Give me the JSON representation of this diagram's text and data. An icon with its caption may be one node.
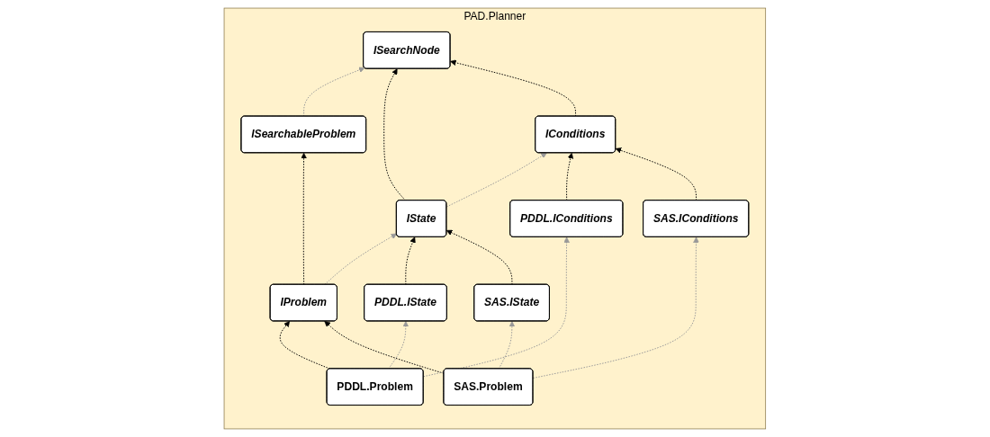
{
  "diagram": {
    "nodes": [
      {
        "text": [
          "PAD.Planner"
        ]
      },
      {
        "text": [
          "ISearchableProblem"
        ],
        "in": 0
      },
      {
        "text": [
          "ISearchNode"
        ],
        "in": 0
      },
      {
        "text": [
          "IProblem"
        ],
        "in": 0
      },
      {
        "text": [
          "IState"
        ],
        "in": 0
      },
      {
        "text": [
          "IConditions"
        ],
        "in": 0
      },
      {
        "text": [
          "PDDL.Problem"
        ],
        "in": 0
      },
      {
        "text": [
          "SAS.Problem"
        ],
        "in": 0
      },
      {
        "text": [
          "PDDL.IState"
        ],
        "in": 0
      },
      {
        "text": [
          "SAS.IState"
        ],
        "in": 0
      },
      {
        "text": [
          "PDDL.IConditions"
        ],
        "in": 0
      },
      {
        "text": [
          "SAS.IConditions"
        ],
        "in": 0
      }
    ],
    "edges": [
      {
        "from": 1,
        "to": 2,
        "arrow": "to",
        "style": "dashed",
        "color": "#999999"
      },
      {
        "from": 3,
        "to": 1,
        "arrow": "to",
        "style": "dashed"
      },
      {
        "from": 4,
        "to": 2,
        "arrow": "to",
        "style": "dashed"
      },
      {
        "from": 5,
        "to": 2,
        "arrow": "to",
        "style": "dashed"
      },
      {
        "from": 3,
        "to": 4,
        "arrow": "to",
        "style": "dashed",
        "color": "#999999"
      },
      {
        "from": 4,
        "to": 5,
        "arrow": "to",
        "style": "dashed",
        "color": "#999999"
      },
      {
        "from": 6,
        "to": 3,
        "arrow": "to",
        "style": "dashed"
      },
      {
        "from": 7,
        "to": 3,
        "arrow": "to",
        "style": "dashed"
      },
      {
        "from": 8,
        "to": 4,
        "arrow": "to",
        "style": "dashed"
      },
      {
        "from": 9,
        "to": 4,
        "arrow": "to",
        "style": "dashed"
      },
      {
        "from": 10,
        "to": 5,
        "arrow": "to",
        "style": "dashed"
      },
      {
        "from": 11,
        "to": 5,
        "arrow": "to",
        "style": "dashed"
      },
      {
        "from": 6,
        "to": 8,
        "arrow": "to",
        "style": "dashed",
        "color": "#999999"
      },
      {
        "from": 6,
        "to": 10,
        "arrow": "to",
        "style": "dashed",
        "color": "#999999"
      },
      {
        "from": 7,
        "to": 9,
        "arrow": "to",
        "style": "dashed",
        "color": "#999999"
      },
      {
        "from": 7,
        "to": 11,
        "arrow": "to",
        "style": "dashed",
        "color": "#999999"
      }
    ]
  }
}
